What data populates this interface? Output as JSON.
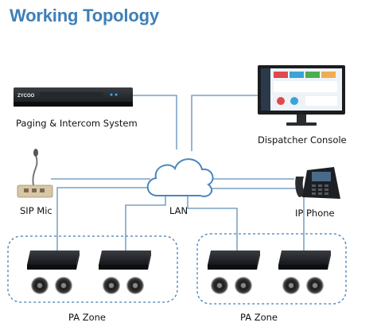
{
  "title": "Working Topology",
  "nodes": {
    "paging_system": {
      "label": "Paging & Intercom System",
      "device_brand": "ZYCOO"
    },
    "dispatcher_console": {
      "label": "Dispatcher Console"
    },
    "sip_mic": {
      "label": "SIP Mic"
    },
    "ip_phone": {
      "label": "IP Phone"
    },
    "lan": {
      "label": "LAN"
    },
    "pa_zone_left": {
      "label": "PA Zone"
    },
    "pa_zone_right": {
      "label": "PA Zone"
    }
  },
  "colors": {
    "title": "#3f7fb8",
    "link_line": "#5f8fb8",
    "cloud_stroke": "#4a86c0",
    "zone_border": "#3f7fb8"
  }
}
